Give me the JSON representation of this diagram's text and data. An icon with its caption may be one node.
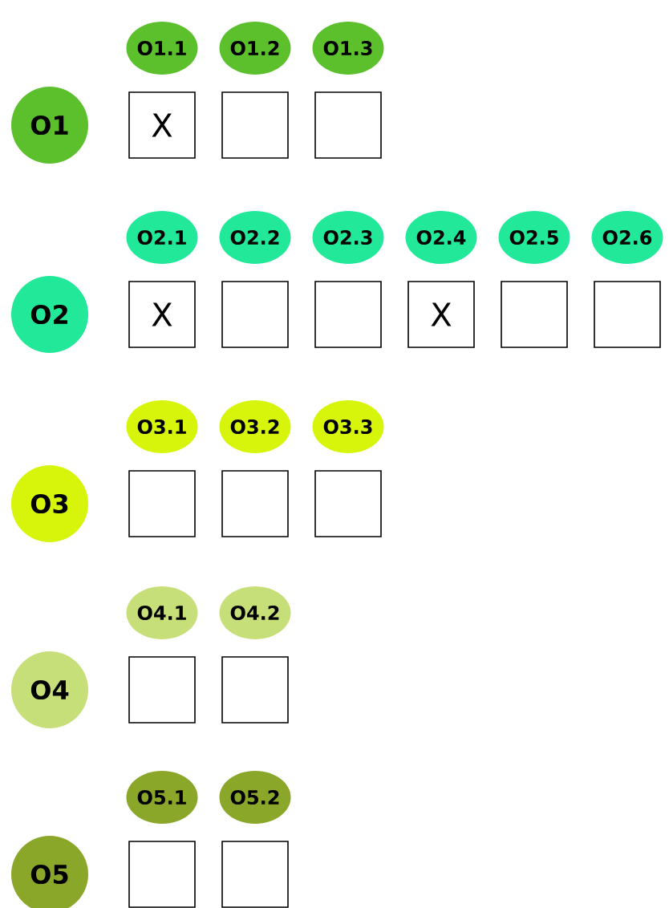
{
  "diagram": {
    "nodes": [
      {
        "text": [
          "O1.1"
        ]
      },
      {
        "text": [
          "O1.2"
        ]
      },
      {
        "text": [
          "O1.3"
        ]
      },
      {
        "text": [
          "O1"
        ]
      },
      {
        "text": [
          "X"
        ]
      },
      {
        "text": [],
        "shape": "box"
      },
      {
        "text": [],
        "shape": "box"
      },
      {
        "text": [
          "O2.1"
        ]
      },
      {
        "text": [
          "O2.2"
        ]
      },
      {
        "text": [
          "O2.3"
        ]
      },
      {
        "text": [
          "O2.4"
        ]
      },
      {
        "text": [
          "O2.5"
        ]
      },
      {
        "text": [
          "O2.6"
        ]
      },
      {
        "text": [
          "O2"
        ]
      },
      {
        "text": [
          "X"
        ]
      },
      {
        "text": [],
        "shape": "box"
      },
      {
        "text": [],
        "shape": "box"
      },
      {
        "text": [
          "X"
        ]
      },
      {
        "text": [],
        "shape": "box"
      },
      {
        "text": [],
        "shape": "box"
      },
      {
        "text": [
          "O3.1"
        ]
      },
      {
        "text": [
          "O3.2"
        ]
      },
      {
        "text": [
          "O3.3"
        ]
      },
      {
        "text": [
          "O3"
        ]
      },
      {
        "text": [],
        "shape": "box"
      },
      {
        "text": [],
        "shape": "box"
      },
      {
        "text": [],
        "shape": "box"
      },
      {
        "text": [
          "O4.1"
        ]
      },
      {
        "text": [
          "O4.2"
        ]
      },
      {
        "text": [
          "O4"
        ]
      },
      {
        "text": [],
        "shape": "box"
      },
      {
        "text": [],
        "shape": "box"
      },
      {
        "text": [
          "O5.1"
        ]
      },
      {
        "text": [
          "O5.2"
        ]
      },
      {
        "text": [
          "O5"
        ]
      },
      {
        "text": [],
        "shape": "box"
      },
      {
        "text": [],
        "shape": "box"
      }
    ]
  }
}
